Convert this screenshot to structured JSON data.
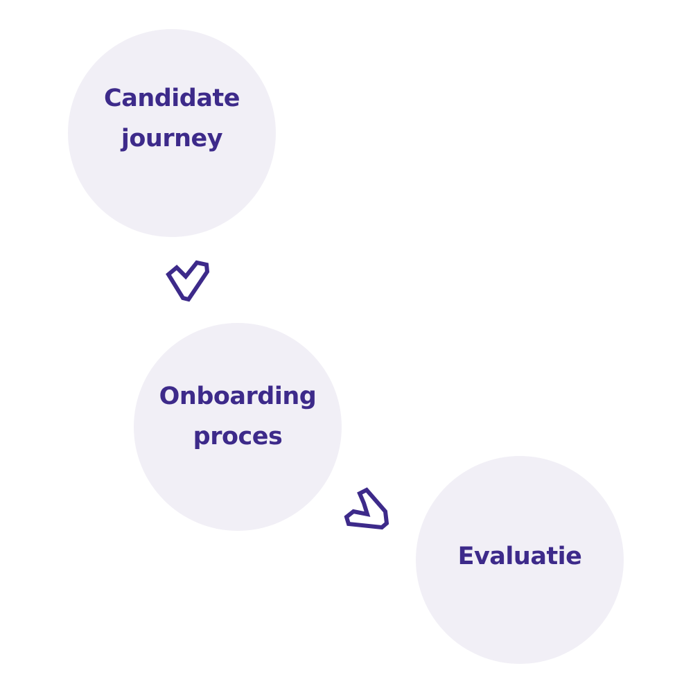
{
  "colors": {
    "accent": "#3d2a8a",
    "circle_fill": "#f1eff6",
    "background": "#ffffff"
  },
  "steps": [
    {
      "label": "Candidate\njourney"
    },
    {
      "label": "Onboarding\nproces"
    },
    {
      "label": "Evaluatie"
    }
  ],
  "connectors": [
    {
      "icon": "heart-chevron-down-icon"
    },
    {
      "icon": "heart-chevron-right-icon"
    }
  ]
}
